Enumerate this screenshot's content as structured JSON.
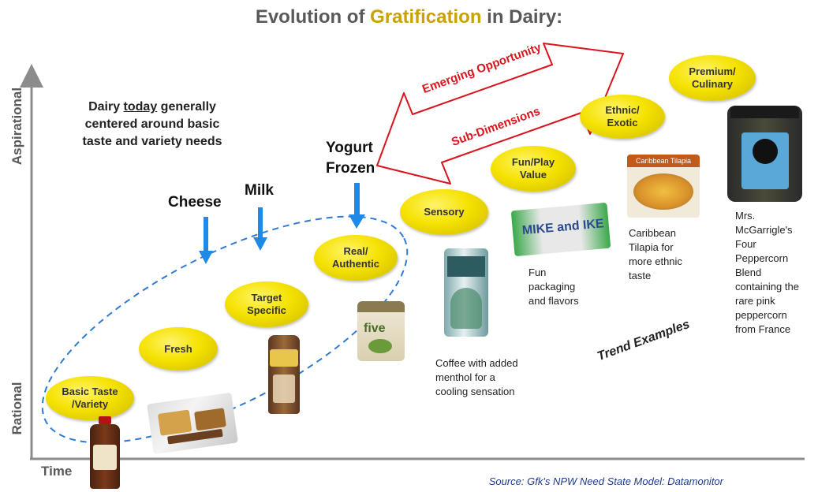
{
  "title": {
    "prefix": "Evolution of ",
    "highlight": "Gratification",
    "suffix": " in Dairy:"
  },
  "axes": {
    "y_top": "Aspirational",
    "y_bottom": "Rational",
    "x": "Time"
  },
  "intro": {
    "line1_pre": "Dairy ",
    "line1_underline": "today",
    "line1_post": " generally",
    "rest": "centered around basic\ntaste and variety needs"
  },
  "arrow": {
    "line1": "Emerging Opportunity",
    "line2": "Sub-Dimensions"
  },
  "product_labels": {
    "cheese": "Cheese",
    "milk": "Milk",
    "yogurt": "Yogurt\nFrozen"
  },
  "dimensions": [
    {
      "label": "Basic Taste\n/Variety"
    },
    {
      "label": "Fresh"
    },
    {
      "label": "Target\nSpecific"
    },
    {
      "label": "Real/\nAuthentic"
    },
    {
      "label": "Sensory"
    },
    {
      "label": "Fun/Play\nValue"
    },
    {
      "label": "Ethnic/\nExotic"
    },
    {
      "label": "Premium/\nCulinary"
    }
  ],
  "examples": {
    "coffee": "Coffee with added\nmenthol for a\ncooling sensation",
    "fun": "Fun\npackaging\nand flavors",
    "tilapia": "Caribbean\nTilapia for\nmore ethnic\ntaste",
    "peppercorn": "Mrs.\nMcGarrigle's\nFour\nPeppercorn\nBlend\ncontaining the\nrare pink\npeppercorn\nfrom France"
  },
  "trend_label": "Trend Examples",
  "product_images": {
    "mike_ike": "MIKE and IKE",
    "tilapia_box": "Caribbean Tilapia",
    "haagen": "five"
  },
  "source": "Source: Gfk's NPW Need State Model: Datamonitor",
  "colors": {
    "ellipse": "#f5e200",
    "arrow": "#d9141c",
    "blue_arrow": "#1e8ae6",
    "dashed": "#2e7bd1",
    "highlight": "#c8a200"
  }
}
